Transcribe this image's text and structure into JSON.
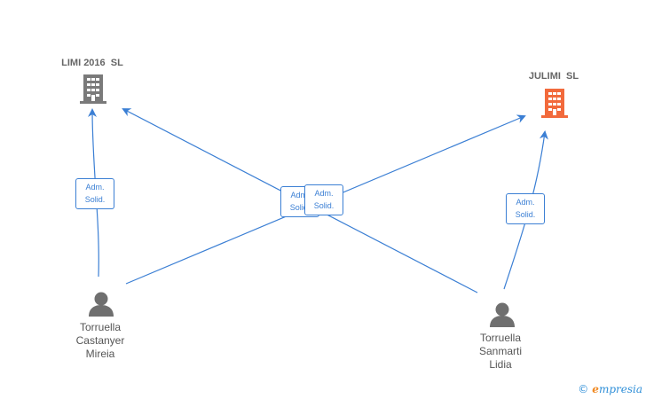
{
  "companies": [
    {
      "name": "LIMI 2016  SL",
      "icon": "building-icon",
      "color": "#7a7a7a"
    },
    {
      "name": "JULIMI  SL",
      "icon": "building-icon",
      "color": "#f26a3c"
    }
  ],
  "people": [
    {
      "name_lines": [
        "Torruella",
        "Castanyer",
        "Mireia"
      ],
      "icon": "person-icon",
      "color": "#6f6f6f"
    },
    {
      "name_lines": [
        "Torruella",
        "Sanmarti",
        "Lidia"
      ],
      "icon": "person-icon",
      "color": "#6f6f6f"
    }
  ],
  "relations": [
    {
      "label_lines": [
        "Adm.",
        "Solid."
      ]
    },
    {
      "label_lines": [
        "Adm.",
        "Solid."
      ]
    },
    {
      "label_lines": [
        "Adm.",
        "Solid."
      ]
    },
    {
      "label_lines": [
        "Adm.",
        "Solid."
      ]
    }
  ],
  "colors": {
    "edge": "#3b7fd4"
  },
  "watermark": {
    "symbol": "©",
    "brand_initial": "e",
    "brand_rest": "mpresia"
  }
}
